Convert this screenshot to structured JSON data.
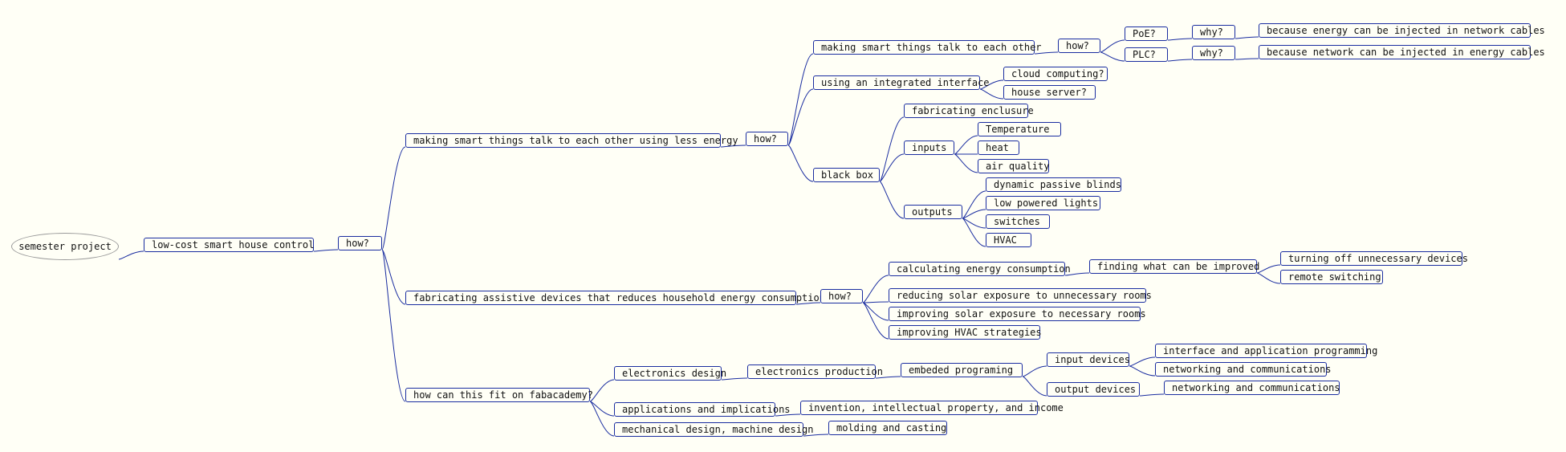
{
  "colors": {
    "line": "#1a2da0",
    "root_border": "#9a9a9a",
    "background": "#fffff6"
  },
  "root": "semester project",
  "n1": "low-cost smart house control",
  "n2": "how?",
  "a1": "making smart things talk to each other using less energy",
  "a1_how": "how?",
  "a1_b1": "making smart things talk to each other",
  "a1_b1_how": "how?",
  "poe": "PoE?",
  "poe_why": "why?",
  "poe_reason": "because energy can be injected in network cables",
  "plc": "PLC?",
  "plc_why": "why?",
  "plc_reason": "because network can be injected in energy cables",
  "a1_b2": "using an integrated interface",
  "cloud": "cloud computing?",
  "server": "house server?",
  "black_box": "black box",
  "enclosure": "fabricating enclusure",
  "inputs": "inputs",
  "temperature": "Temperature",
  "heat": "heat",
  "air_quality": "air quality",
  "outputs": "outputs",
  "blinds": "dynamic passive blinds",
  "lights": "low powered lights",
  "switches": "switches",
  "hvac": "HVAC",
  "a2": "fabricating assistive devices that reduces household energy consumption",
  "a2_how": "how?",
  "calc": "calculating energy consumption",
  "improve": "finding what can be improved",
  "turn_off": "turning off unnecessary devices",
  "remote": "remote switching",
  "reduce_solar": "reducing solar exposure to unnecessary rooms",
  "improve_solar": "improving solar exposure to necessary rooms",
  "hvac_strat": "improving HVAC strategies",
  "a3": "how can this fit on fabacademy?",
  "elec_design": "electronics design",
  "elec_prod": "electronics production",
  "embedded": "embeded programing",
  "input_dev": "input devices",
  "interface_prog": "interface and application programming",
  "net1": "networking and communications",
  "output_dev": "output devices",
  "net2": "networking and communications",
  "apps": "applications and implications",
  "invention": "invention, intellectual property, and income",
  "mech": "mechanical design, machine design",
  "molding": "molding and casting"
}
